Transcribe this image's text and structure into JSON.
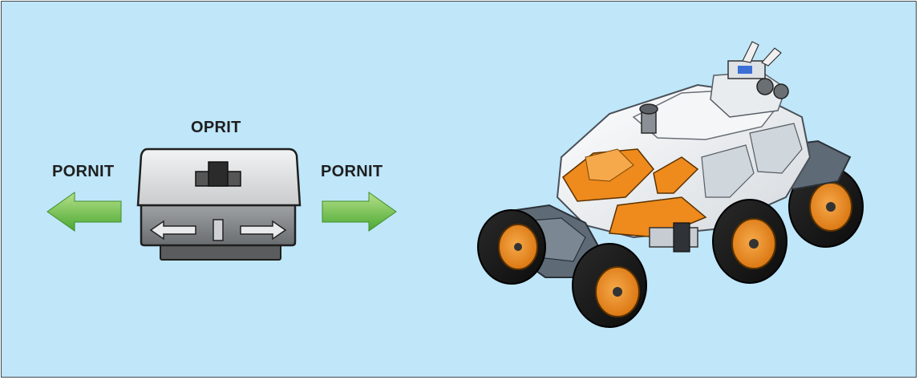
{
  "labels": {
    "off": "OPRIT",
    "on_left": "PORNIT",
    "on_right": "PORNIT"
  },
  "icons": {
    "left_arrow": "arrow-left-icon",
    "right_arrow": "arrow-right-icon",
    "switch": "slide-switch",
    "vehicle": "rover-vehicle"
  },
  "colors": {
    "background": "#bfe6f9",
    "arrow_green": "#6cc24a",
    "rover_orange": "#ef8a1d",
    "rover_white": "#eceff2",
    "rover_gray": "#5e6a76"
  }
}
